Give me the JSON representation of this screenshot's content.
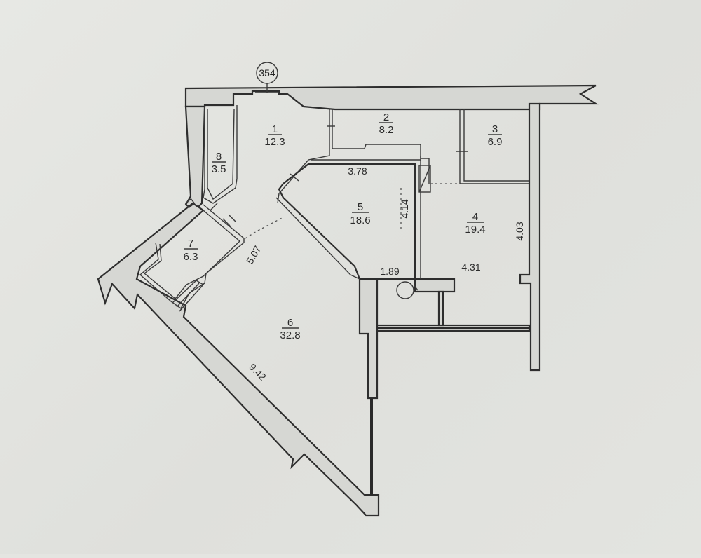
{
  "building_tag": "354",
  "rooms": [
    {
      "number": "1",
      "area": "12.3"
    },
    {
      "number": "2",
      "area": "8.2"
    },
    {
      "number": "3",
      "area": "6.9"
    },
    {
      "number": "4",
      "area": "19.4"
    },
    {
      "number": "5",
      "area": "18.6"
    },
    {
      "number": "6",
      "area": "32.8"
    },
    {
      "number": "7",
      "area": "6.3"
    },
    {
      "number": "8",
      "area": "3.5"
    }
  ],
  "dimensions": {
    "room5_width": "3.78",
    "room5_depth": "4.14",
    "room5_bottom": "1.89",
    "room4_width": "4.31",
    "room4_depth": "4.03",
    "room6_diag": "5.07",
    "room6_wall": "9.42"
  }
}
